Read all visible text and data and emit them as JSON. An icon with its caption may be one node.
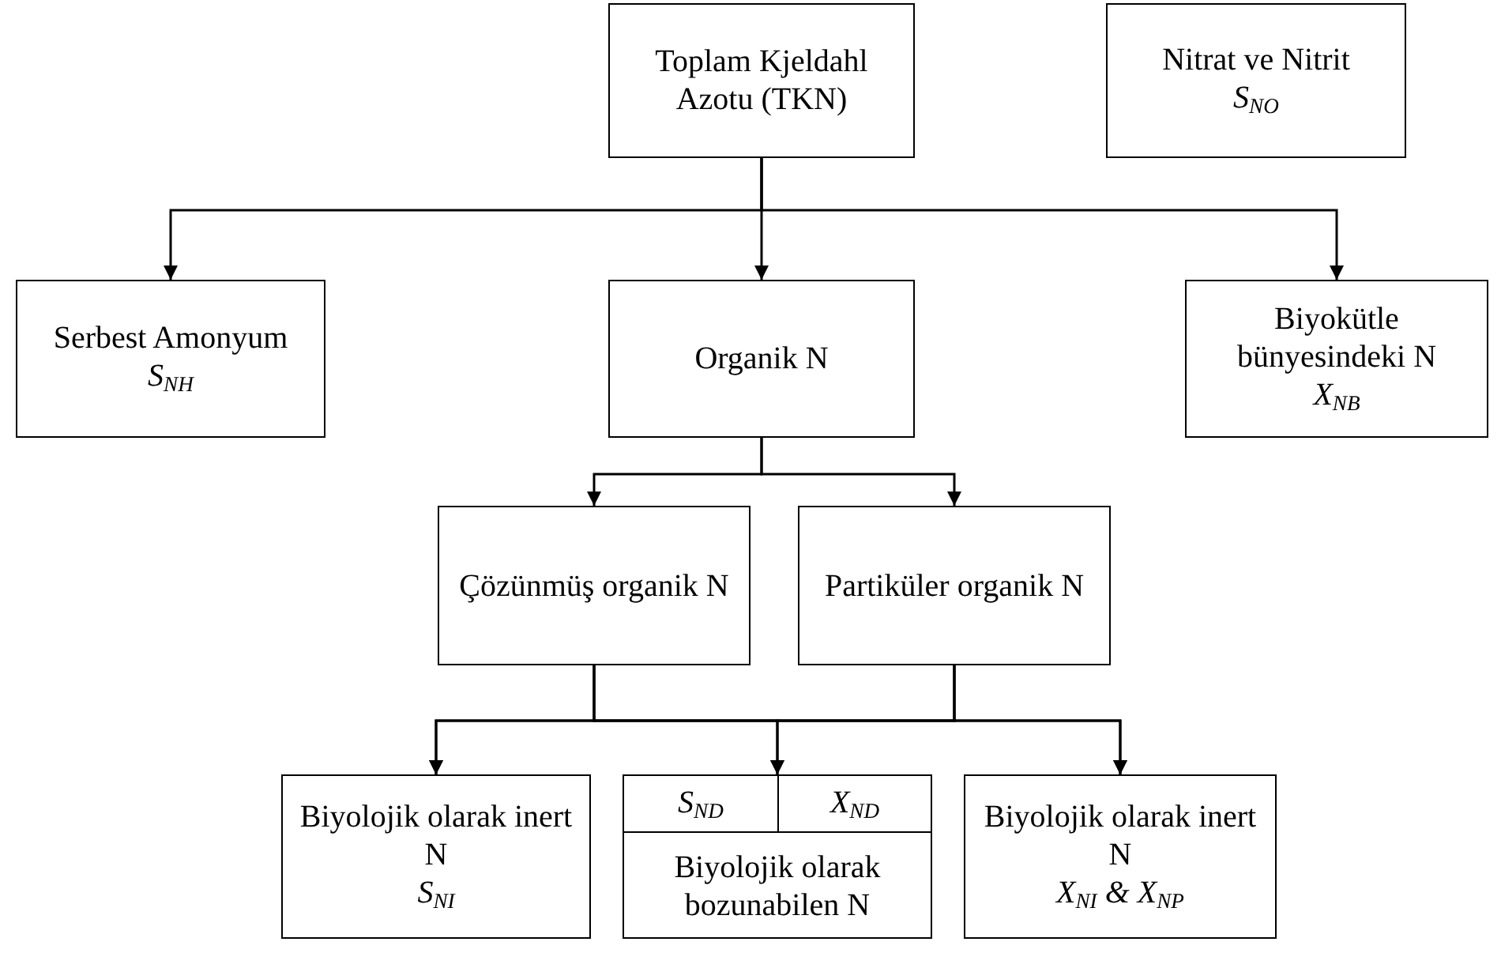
{
  "diagram": {
    "nodes": [
      {
        "text": [
          "Toplam Kjeldahl Azotu (TKN)"
        ]
      },
      {
        "text": [
          "Nitrat ve Nitrit",
          "S$_{NO}$"
        ]
      },
      {
        "text": [
          "Serbest Amonyum",
          "S$_{NH}$"
        ]
      },
      {
        "text": [
          "Organik N"
        ]
      },
      {
        "text": [
          "Biyokütle bünyesindeki N",
          "X$_{NB}$"
        ]
      },
      {
        "text": [
          "Çözünmüş organik N"
        ]
      },
      {
        "text": [
          "Partiküler organik N"
        ]
      },
      {
        "text": [
          "Biyolojik olarak inert N",
          "S$_{NI}$"
        ]
      },
      {
        "text": [
          "Biyolojik olarak bozunabilen N"
        ]
      },
      {
        "text": [
          "S$_{ND}$"
        ],
        "in": 8
      },
      {
        "text": [
          "X$_{ND}$"
        ],
        "in": 8
      },
      {
        "text": [
          "Biyolojik olarak inert N",
          "X$_{NI}$ & X$_{NP}$"
        ]
      }
    ],
    "edges": [
      {
        "from": 0,
        "to": 2,
        "arrow": "to"
      },
      {
        "from": 0,
        "to": 3,
        "arrow": "to"
      },
      {
        "from": 0,
        "to": 4,
        "arrow": "to"
      },
      {
        "from": 3,
        "to": 5,
        "arrow": "to"
      },
      {
        "from": 3,
        "to": 6,
        "arrow": "to"
      },
      {
        "from": 5,
        "to": 7,
        "arrow": "to"
      },
      {
        "from": 5,
        "to": 8,
        "arrow": "to"
      },
      {
        "from": 5,
        "to": 11,
        "arrow": "to"
      },
      {
        "from": 6,
        "to": 7,
        "arrow": "to"
      },
      {
        "from": 6,
        "to": 8,
        "arrow": "to"
      },
      {
        "from": 6,
        "to": 11,
        "arrow": "to"
      }
    ]
  }
}
